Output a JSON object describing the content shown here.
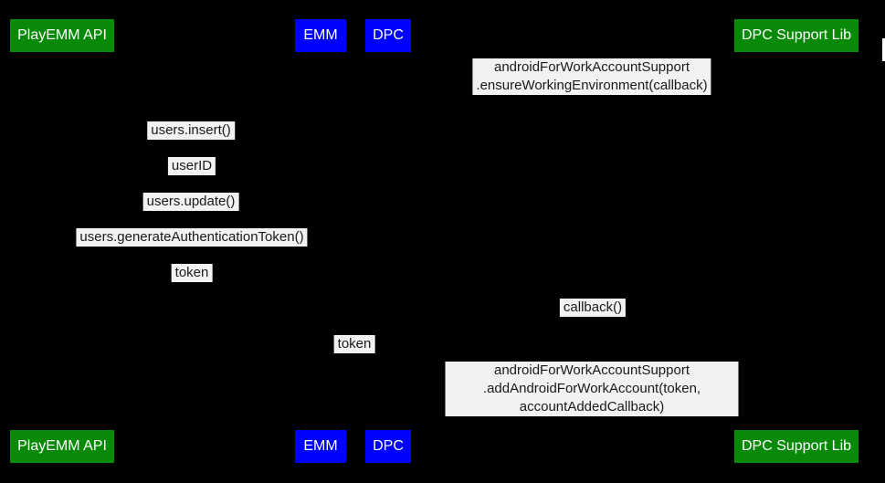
{
  "theme": {
    "background": "#000000",
    "green": "#088A08",
    "blue": "#0000FF",
    "label_bg": "#F2F2F2",
    "label_text": "#1A1A1A",
    "actor_text": "#FFFFFF"
  },
  "diagram": {
    "type": "sequence-diagram",
    "actors": [
      {
        "label": "PlayEMM API",
        "color": "#088A08"
      },
      {
        "label": "EMM",
        "color": "#0000FF"
      },
      {
        "label": "DPC",
        "color": "#0000FF"
      },
      {
        "label": "DPC Support Lib",
        "color": "#088A08"
      }
    ],
    "messages": [
      {
        "from": "DPC",
        "to": "DPC Support Lib",
        "text": "androidForWorkAccountSupport\n.ensureWorkingEnvironment(callback)"
      },
      {
        "from": "EMM",
        "to": "PlayEMM API",
        "text": "users.insert()"
      },
      {
        "from": "PlayEMM API",
        "to": "EMM",
        "text": "userID"
      },
      {
        "from": "EMM",
        "to": "PlayEMM API",
        "text": "users.update()"
      },
      {
        "from": "EMM",
        "to": "PlayEMM API",
        "text": "users.generateAuthenticationToken()"
      },
      {
        "from": "PlayEMM API",
        "to": "EMM",
        "text": "token"
      },
      {
        "from": "DPC Support Lib",
        "to": "DPC",
        "text": "callback()"
      },
      {
        "from": "EMM",
        "to": "DPC",
        "text": "token"
      },
      {
        "from": "DPC",
        "to": "DPC Support Lib",
        "text": "androidForWorkAccountSupport\n.addAndroidForWorkAccount(token, accountAddedCallback)"
      }
    ]
  }
}
